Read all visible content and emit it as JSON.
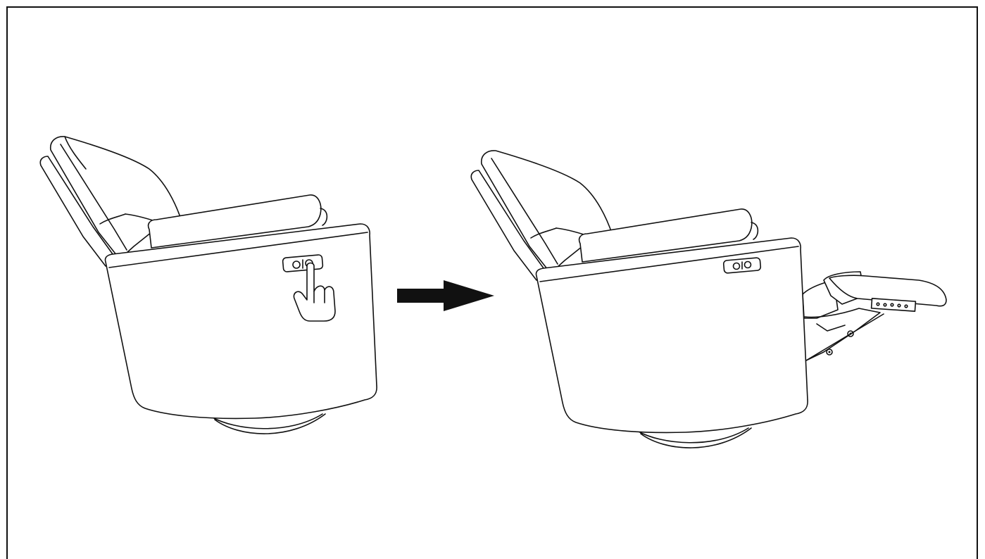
{
  "diagram": {
    "panels": [
      {
        "id": "before",
        "state": "upright",
        "control_pressed": true
      },
      {
        "id": "after",
        "state": "footrest-extended",
        "control_pressed": false
      }
    ],
    "arrow": {
      "direction": "right"
    },
    "icons": [
      "recliner-chair-icon",
      "power-button-panel-icon",
      "pointing-hand-icon",
      "arrow-right-icon",
      "footrest-mechanism-icon"
    ],
    "colors": {
      "line": "#111111",
      "background": "#ffffff"
    }
  }
}
